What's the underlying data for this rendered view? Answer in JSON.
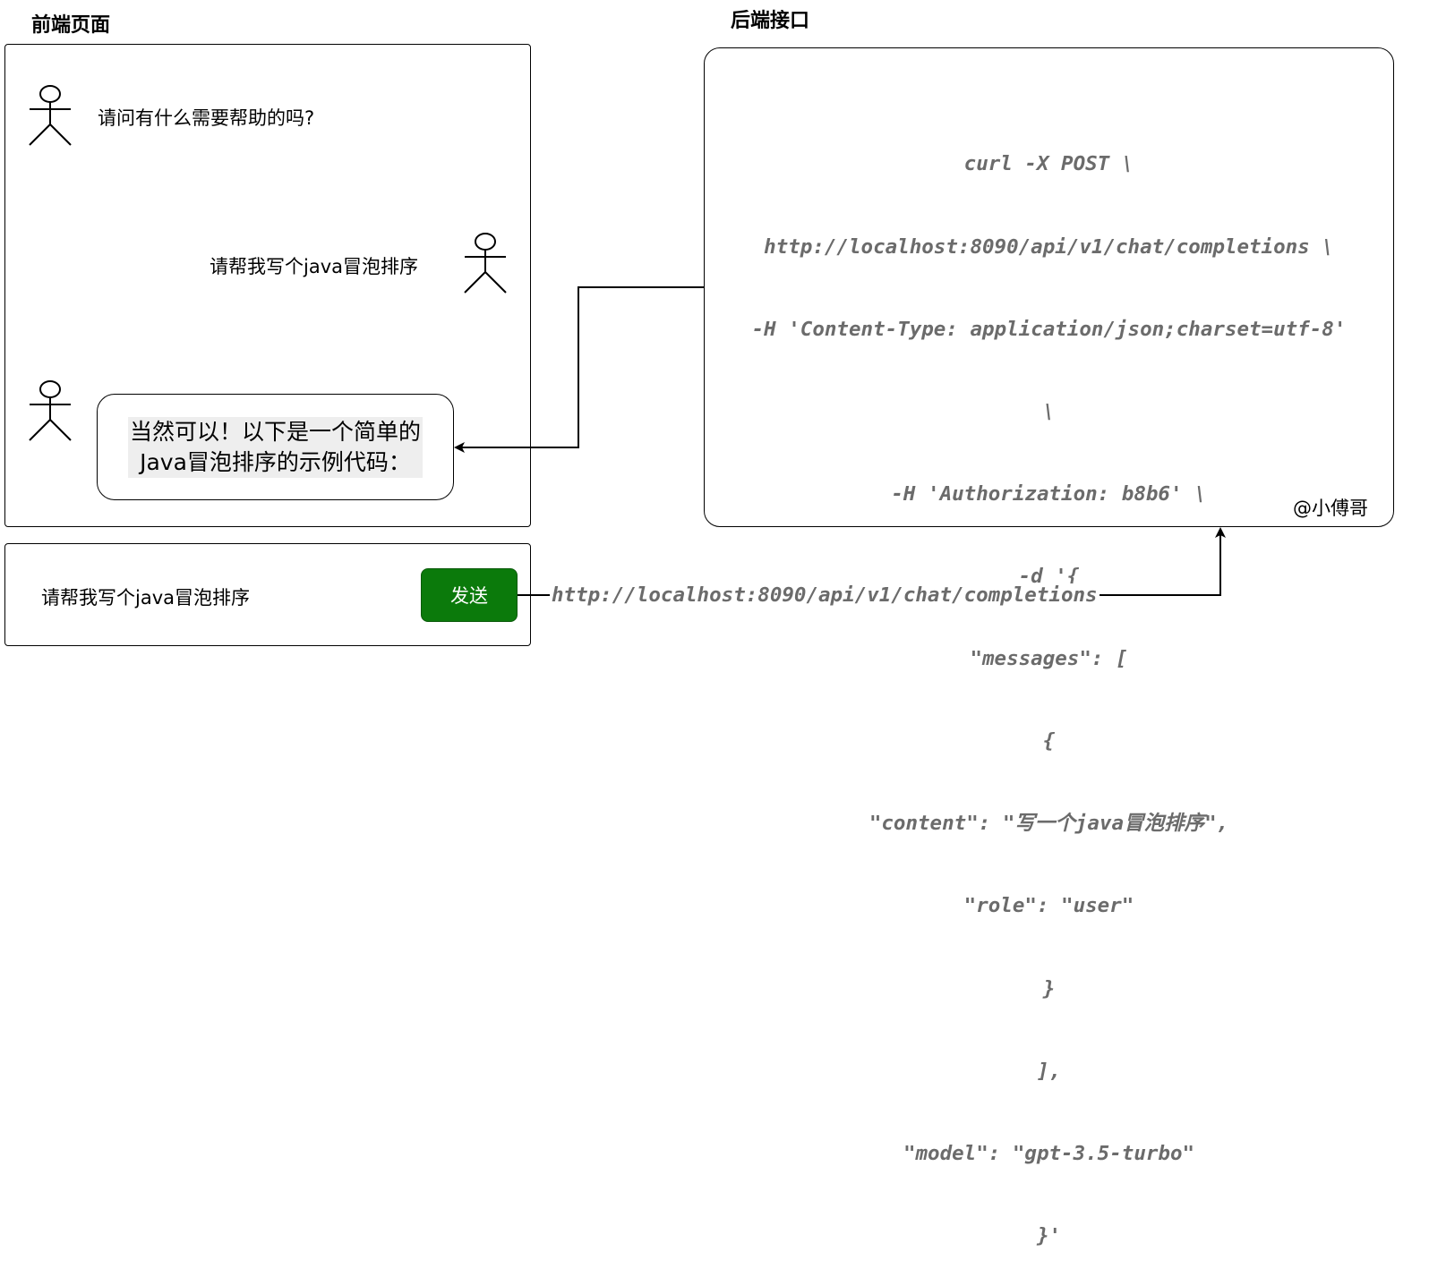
{
  "frontend": {
    "title": "前端页面",
    "bot_greeting": "请问有什么需要帮助的吗?",
    "user_message": "请帮我写个java冒泡排序",
    "bot_reply_line1": "当然可以！以下是一个简单的",
    "bot_reply_line2": "Java冒泡排序的示例代码：",
    "input_value": "请帮我写个java冒泡排序",
    "send_label": "发送"
  },
  "backend": {
    "title": "后端接口",
    "request_lines": [
      "curl -X POST \\",
      "http://localhost:8090/api/v1/chat/completions \\",
      "-H 'Content-Type: application/json;charset=utf-8'",
      "\\",
      "-H 'Authorization: b8b6' \\",
      "-d '{",
      "\"messages\": [",
      "{",
      "\"content\": \"写一个java冒泡排序\",",
      "\"role\": \"user\"",
      "}",
      "],",
      "\"model\": \"gpt-3.5-turbo\"",
      "}'"
    ],
    "signature": "@小傅哥"
  },
  "connector": {
    "request_url": "http://localhost:8090/api/v1/chat/completions"
  },
  "colors": {
    "send_button": "#0b7a0b",
    "code_text": "#6b6b6b",
    "reply_highlight": "#eeeeee"
  }
}
